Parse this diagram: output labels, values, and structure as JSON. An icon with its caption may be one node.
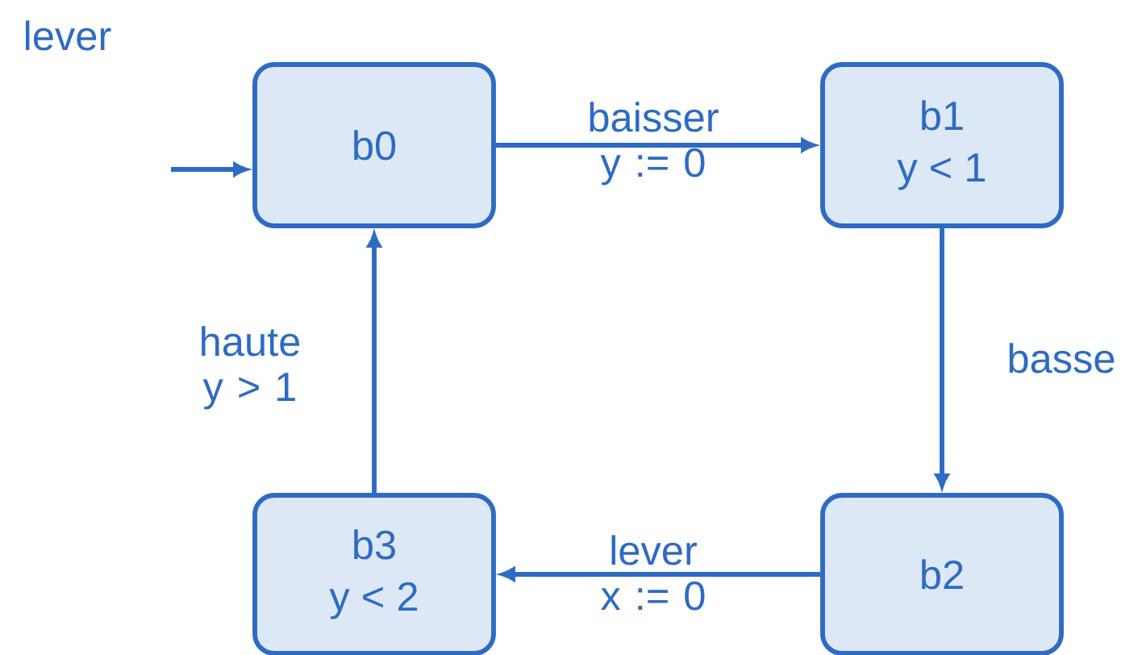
{
  "diagram": {
    "nodes": [
      {
        "text": [
          "b0"
        ]
      },
      {
        "text": [
          "b1",
          "y < 1"
        ]
      },
      {
        "text": [
          "b2"
        ]
      },
      {
        "text": [
          "b3",
          "y < 2"
        ]
      }
    ],
    "edges": [
      {
        "from": null,
        "to": 0,
        "arrow": "to"
      },
      {
        "from": 0,
        "to": 1,
        "arrow": "to",
        "label": "baisser y := 0"
      },
      {
        "from": 1,
        "to": 2,
        "arrow": "to",
        "label": "basse"
      },
      {
        "from": 2,
        "to": 3,
        "arrow": "to",
        "label": "lever x := 0"
      },
      {
        "from": 3,
        "to": 0,
        "arrow": "to",
        "label": "haute y > 1"
      }
    ],
    "labels": [
      "lever"
    ]
  }
}
